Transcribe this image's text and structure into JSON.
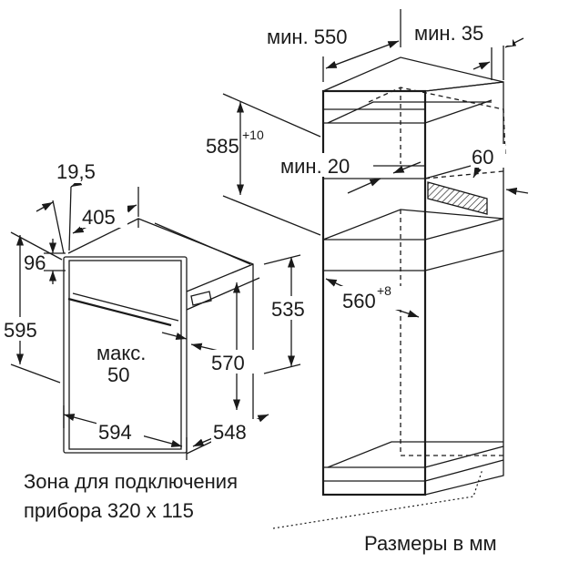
{
  "cabinet": {
    "width_label": "мин. 550",
    "depth_label": "мин. 35",
    "height_label": "585",
    "height_tolerance": "+10",
    "gap_label": "мин. 20",
    "vent_label": "60",
    "niche_label": "560",
    "niche_tolerance": "+8"
  },
  "oven": {
    "trim_label": "19,5",
    "depth_label": "405",
    "panel_label": "96",
    "height_label": "595",
    "height_body_label": "535",
    "inner_height_label": "570",
    "max_label_line1": "макс.",
    "max_label_line2": "50",
    "width_label": "594",
    "depth_total_label": "548"
  },
  "notes": {
    "zone_line1": "Зона для подключения",
    "zone_line2": "прибора 320 x 115",
    "units": "Размеры в мм"
  },
  "colors": {
    "stroke": "#1a1a1a",
    "hatch": "#1a1a1a"
  }
}
